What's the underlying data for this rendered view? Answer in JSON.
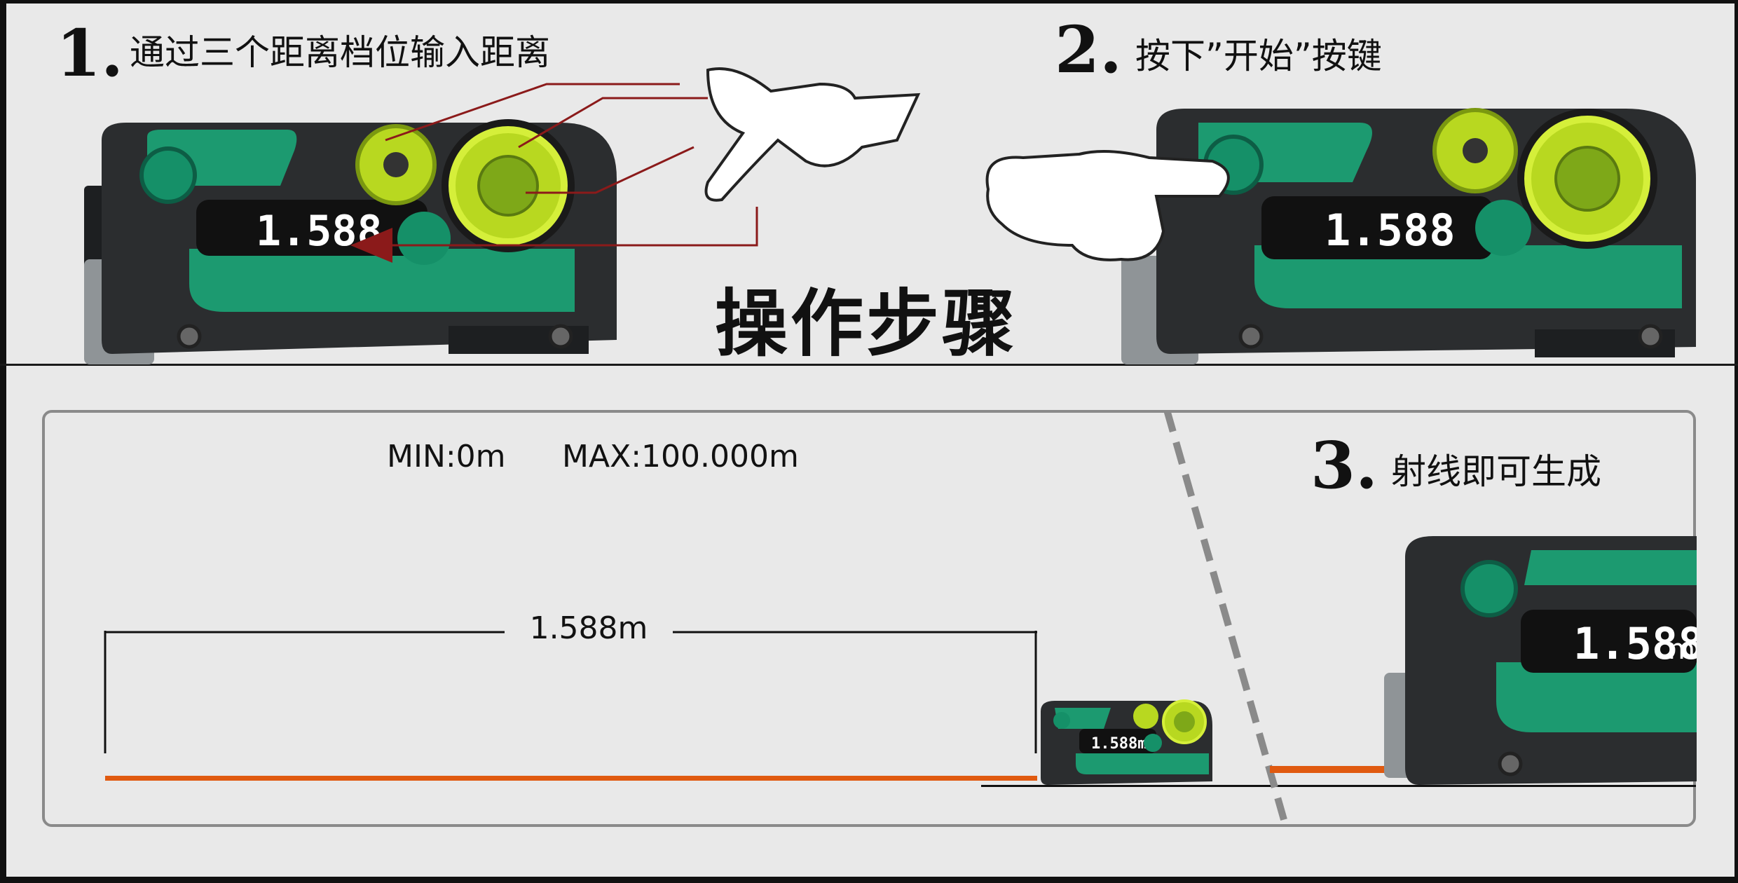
{
  "steps": [
    {
      "number": "1.",
      "text": "通过三个距离档位输入距离"
    },
    {
      "number": "2.",
      "text": "按下”开始”按键"
    },
    {
      "number": "3.",
      "text": "射线即可生成"
    }
  ],
  "title": "操作步骤",
  "range": {
    "min": "MIN:0m",
    "max": "MAX:100.000m"
  },
  "measurement": "1.588m",
  "display": {
    "value": "1.588",
    "value_with_unit": "1.588m",
    "unit": "m"
  },
  "colors": {
    "accent_green": "#1c9a70",
    "wheel_yellow": "#b8d820",
    "laser": "#e05a10",
    "arrow_red": "#8b1a1a",
    "body_dark": "#2b2d2f"
  }
}
